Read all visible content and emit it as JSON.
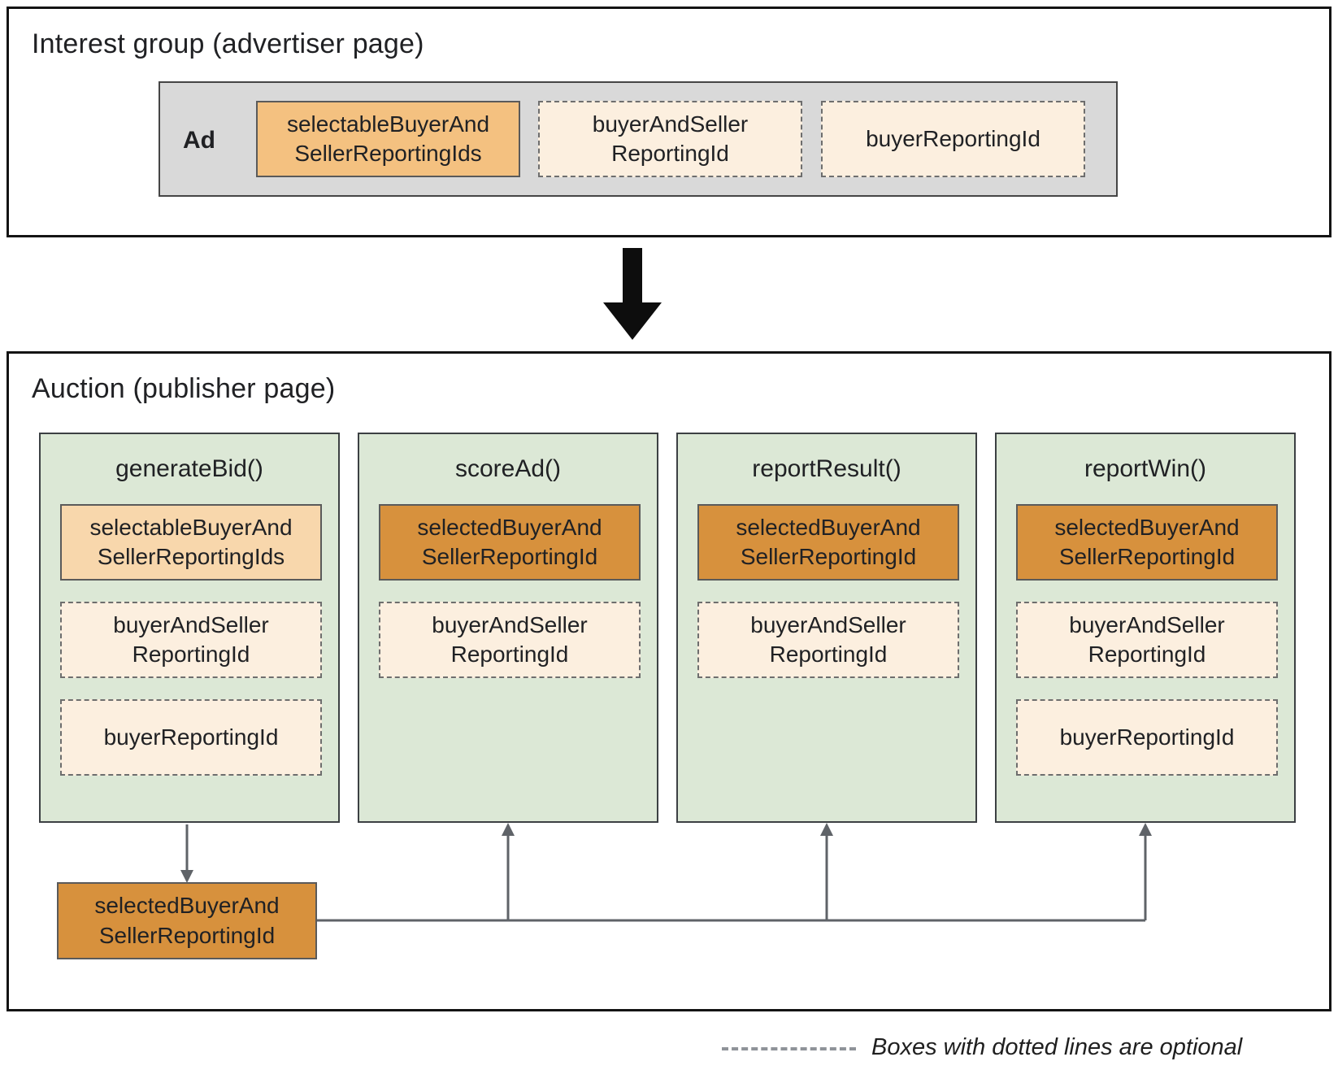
{
  "interest_group": {
    "title": "Interest group (advertiser page)",
    "ad_label": "Ad",
    "items": [
      {
        "line1": "selectableBuyerAnd",
        "line2": "SellerReportingIds",
        "variant": "orange-solid",
        "optional": false
      },
      {
        "line1": "buyerAndSeller",
        "line2": "ReportingId",
        "variant": "cream-dashed",
        "optional": true
      },
      {
        "line1": "buyerReportingId",
        "line2": "",
        "variant": "cream-dashed",
        "optional": true
      }
    ]
  },
  "auction": {
    "title": "Auction (publisher page)",
    "functions": [
      {
        "name": "generateBid()",
        "items": [
          {
            "line1": "selectableBuyerAnd",
            "line2": "SellerReportingIds",
            "variant": "peach-solid",
            "optional": false
          },
          {
            "line1": "buyerAndSeller",
            "line2": "ReportingId",
            "variant": "cream-dashed",
            "optional": true
          },
          {
            "line1": "buyerReportingId",
            "line2": "",
            "variant": "cream-dashed",
            "optional": true
          }
        ]
      },
      {
        "name": "scoreAd()",
        "items": [
          {
            "line1": "selectedBuyerAnd",
            "line2": "SellerReportingId",
            "variant": "darkorange-solid",
            "optional": false
          },
          {
            "line1": "buyerAndSeller",
            "line2": "ReportingId",
            "variant": "cream-dashed",
            "optional": true
          }
        ]
      },
      {
        "name": "reportResult()",
        "items": [
          {
            "line1": "selectedBuyerAnd",
            "line2": "SellerReportingId",
            "variant": "darkorange-solid",
            "optional": false
          },
          {
            "line1": "buyerAndSeller",
            "line2": "ReportingId",
            "variant": "cream-dashed",
            "optional": true
          }
        ]
      },
      {
        "name": "reportWin()",
        "items": [
          {
            "line1": "selectedBuyerAnd",
            "line2": "SellerReportingId",
            "variant": "darkorange-solid",
            "optional": false
          },
          {
            "line1": "buyerAndSeller",
            "line2": "ReportingId",
            "variant": "cream-dashed",
            "optional": true
          },
          {
            "line1": "buyerReportingId",
            "line2": "",
            "variant": "cream-dashed",
            "optional": true
          }
        ]
      }
    ],
    "selected_output": {
      "line1": "selectedBuyerAnd",
      "line2": "SellerReportingId",
      "variant": "darkorange-solid"
    }
  },
  "legend": {
    "text": "Boxes with dotted lines are optional"
  },
  "colors": {
    "orange": "#f4c180",
    "peach": "#f8d7ac",
    "cream": "#fcefdf",
    "dark_orange": "#d7913d",
    "green": "#dce8d6",
    "gray_strip": "#d9d9d9"
  }
}
